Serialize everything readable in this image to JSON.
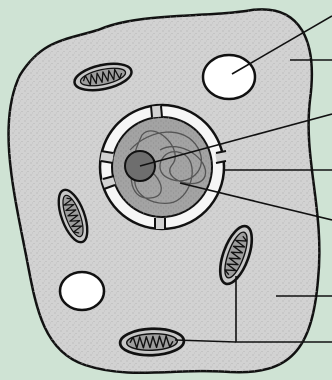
{
  "diagram": {
    "subject": "animal cell",
    "labels_shown": false,
    "colors": {
      "background": "#cfe3d4",
      "cytoplasm": "#d2d2d2",
      "nucleus": "#a3a3a3",
      "nucleolus": "#6e6e6e",
      "vacuole": "#ffffff",
      "outline": "#111111"
    },
    "structures": [
      {
        "name": "vacuole",
        "count": 2
      },
      {
        "name": "cell-membrane"
      },
      {
        "name": "nuclear-envelope"
      },
      {
        "name": "nucleolus"
      },
      {
        "name": "nuclear-pore"
      },
      {
        "name": "chromatin"
      },
      {
        "name": "cytoplasm"
      },
      {
        "name": "mitochondrion",
        "count": 4
      }
    ]
  }
}
